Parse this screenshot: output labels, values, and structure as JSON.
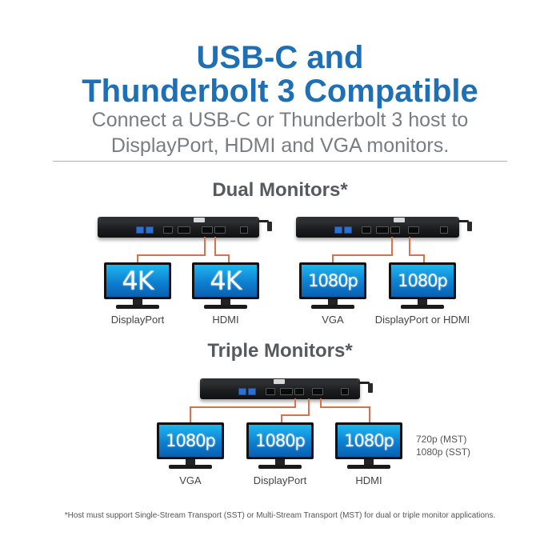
{
  "header": {
    "title_line1": "USB-C and",
    "title_line2": "Thunderbolt 3 Compatible",
    "subtitle_line1": "Connect a USB-C or Thunderbolt 3 host to",
    "subtitle_line2": "DisplayPort, HDMI and VGA monitors."
  },
  "dual": {
    "heading": "Dual Monitors*",
    "left_group": {
      "monitors": [
        {
          "resolution": "4K",
          "label": "DisplayPort"
        },
        {
          "resolution": "4K",
          "label": "HDMI"
        }
      ]
    },
    "right_group": {
      "monitors": [
        {
          "resolution": "1080p",
          "label": "VGA"
        },
        {
          "resolution": "1080p",
          "label": "DisplayPort or HDMI"
        }
      ]
    }
  },
  "triple": {
    "heading": "Triple Monitors*",
    "monitors": [
      {
        "resolution": "1080p",
        "label": "VGA"
      },
      {
        "resolution": "1080p",
        "label": "DisplayPort"
      },
      {
        "resolution": "1080p",
        "label": "HDMI"
      }
    ],
    "note_line1": "720p (MST)",
    "note_line2": "1080p (SST)"
  },
  "footnote": "*Host must support Single-Stream Transport (SST) or Multi-Stream Transport (MST) for dual or triple monitor applications.",
  "colors": {
    "title": "#1f6fb5",
    "wire": "#d9714a",
    "screen": "#0e7fd0"
  },
  "icons": {
    "dock": "docking-station-icon",
    "monitor": "monitor-icon"
  }
}
